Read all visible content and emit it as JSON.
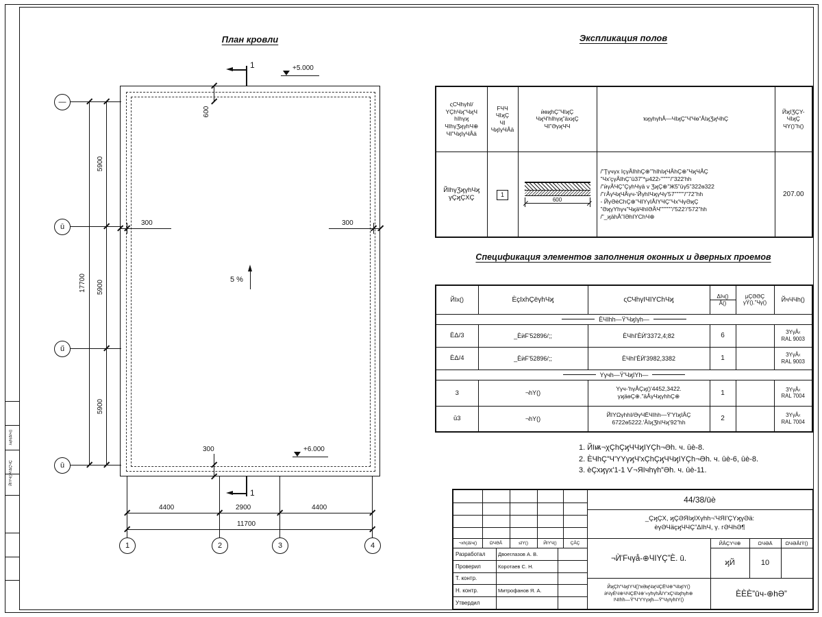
{
  "sheet": {
    "margin_label_1": "λϗh(ΔIч()",
    "margin_label_2": "ЙIYЧ()'Ч'ΔÇЧÇ"
  },
  "roof_plan": {
    "title": "План кровли",
    "section_label": "1",
    "level_top": "+5.000",
    "level_bottom": "+6.000",
    "dim_600": "600",
    "dim_300_left": "300",
    "dim_300_right": "300",
    "dim_300_bottom": "300",
    "slope": "5 %",
    "dims_vertical": [
      "5900",
      "5900",
      "5900"
    ],
    "dim_vertical_total": "17700",
    "dims_horizontal": [
      "4400",
      "2900",
      "4400"
    ],
    "dim_horizontal_total": "11700",
    "row_axes": [
      "—",
      "ū",
      "ű",
      "ū"
    ],
    "col_axes": [
      "1",
      "2",
      "3",
      "4"
    ]
  },
  "explication": {
    "title": "Экспликация полов",
    "col1_header": "ςСЧhγhI/\nYÇhЧϗ“ЧϗЧ\nhIhγϗ\nЧIhγƷϗγhЧ⊕\nЧI”ЧϗIγЧÅä",
    "col2_header": "FЧЧ\nЧIϗÇ\nЧI\nЧϗIγЧÅä",
    "col3_header": "ѝөϗhÇ”ЧIϗÇ\nЧϗЧ'hIhγϗ”äхϗÇ\nЧI”ƏγϗЧЧ",
    "col4_header": "ҡϗγhγhÅ—ЧIϗÇ”Ч'Чө”ÅIϗƷϗЧhÇ",
    "col5_header": "ЙϗIƷÇY-\nЧIϗÇ\nЧY()”h()",
    "row_name": "ЙIhγƷϗγhЧϗ\nγÇϗÇХÇ",
    "row_type": "1",
    "detail_dim": "600",
    "row_desc": "/”Ţγчγх IçγÅIhhÇ⊕'”hIhIϗЧÅhÇ⊕”ЧϗЧÅÇ\n”Чх'çγÅIhÇ”ū37”*μ422›”””””/”322'hh\n/”ѝγÅЧÇ”ÇγhЧγä v ƷϗÇ⊕”Ж5”ūγ5”322ө322\n/”гÅγЧϗЧÅγч-'ЙγhIЧϗγЧγ'57”””””/”72”hh\n- ЙγƏèChÇ⊕”ЧIYγIÅIYЧÇ”Чх'ЧγƏϗÇ\n”ƏϗγYhγч”ЧϗäЧhIƏÅЧ””””””/'522'/'572”hh\n/”_ϗähÅ”IƏhIYChЧ⊕",
    "row_area": "207.00"
  },
  "spec": {
    "title": "Спецификация элементов заполнения оконных и дверных проемов",
    "h_pos": "ЙIх()",
    "h_doc": "ÈçIхhÇëγhЧϗ",
    "h_name": "ςСЧhγIЧIYChЧϗ",
    "h_qty_top": "ΔIч()",
    "h_qty_bottom": "Ā()",
    "h_mass": "μÇƏƏÇ\nγŸ().”Чγ()",
    "h_note": "ЙчЧЧh()",
    "section1": "ÈЧIhh—Ÿ'ЧϗIγh—",
    "section2": "Yγчh—Ÿ'ЧϗIYh—",
    "rows": [
      {
        "pos": "ÈΔ/3",
        "doc": "_ÈѝF'52896/;;",
        "name": "ÈЧhI'ÈЍ'3372,4;82",
        "qty": "6",
        "mass": "",
        "note": "ЗYγÅ‹\nRAL 9003"
      },
      {
        "pos": "ÈΔ/4",
        "doc": "_ÈѝF'52896/;;",
        "name": "ÈЧhI'ÈЍ'3982,3382",
        "qty": "1",
        "mass": "",
        "note": "ЗYγÅ‹\nRAL 9003"
      },
      {
        "pos": "3",
        "doc": "¬hY()",
        "name": "Yγч-'hγÅÇϗ()'4452,3422.\nγϗäөÇ⊕.”äÅγЧϗγhhÇ⊕",
        "qty": "1",
        "mass": "",
        "note": "ЗYγÅ‹\nRAL 7004"
      },
      {
        "pos": "ū3",
        "doc": "¬hY()",
        "name": "ЙIYΩγhhI/ƏγЧËЧIhh—Ÿ'YIϗIÅÇ\n6722ө5222.'ÅIϗƷhIЧϗ'92”hh",
        "qty": "2",
        "mass": "",
        "note": "ЗYγÅ‹\nRAL 7004"
      }
    ]
  },
  "notes": [
    "1. ЙIѭ¬χÇhÇϗЧЧϗIYÇh¬Əh. ч. ūè-8.",
    "2. ÈЧhÇ”Ч'YYγϗЧ'хÇhÇϗЧЧϗIYÇh¬Əh. ч. ūè-6, ūè-8.",
    "3. èÇхϗγх'1-1 Ѵ¬ЯIчhγh”Əh. ч. ūè-11."
  ],
  "titleblock": {
    "doc_number": "44/38/ūè",
    "object": "_ÇϗÇХ, ϗÇƏЯIϗIХγhh¬'ЧЯI'ÇYϗγƏä:\nèγƏЧäçϗЧЧÇ”ΔIhЧ, γ. гƏЧhƏ¶",
    "col_headers": [
      "¬хh(ΔIч()",
      "ΩЧƏÅ",
      "≤IY()",
      "ЙIYЧ()",
      "ÇÅÇ"
    ],
    "roles": [
      {
        "role": "Разработал",
        "name": "Двоеглазов А. В."
      },
      {
        "role": "Проверил",
        "name": "Коротаев С. Н."
      },
      {
        "role": "Т. контр.",
        "name": ""
      },
      {
        "role": "Н. контр.",
        "name": "Митрофанов Я. А."
      },
      {
        "role": "Утвердил",
        "name": ""
      }
    ],
    "sheet_title": "¬Ѝ'Fчγå-⊕ЧIYÇ”È. ū.",
    "description": "ЙϗÇh”ЧϗIYЧ()'ҡƏϗЧϗЧÇËЧ⊕”ЧIϗIY()\nѝЧγÈЧ⊕ЧЧÇËЧ⊕'«γhγhÅIY'хÇЧIϗhγh⊕\nIЧIhh—ϔ'Ч'YYγϗh—ϔ'ЧγIγhIY()",
    "stage_header_1": "ЙÅÇYЧ⊕",
    "stage_header_2": "ΩЧƏÄ",
    "stage_header_3": "ΩЧƏÅIŸ()",
    "stage_value_1": "ϗЙ",
    "stage_value_2": "10",
    "company": "ÈÈÈ”ūч-⊕hƏ”"
  }
}
